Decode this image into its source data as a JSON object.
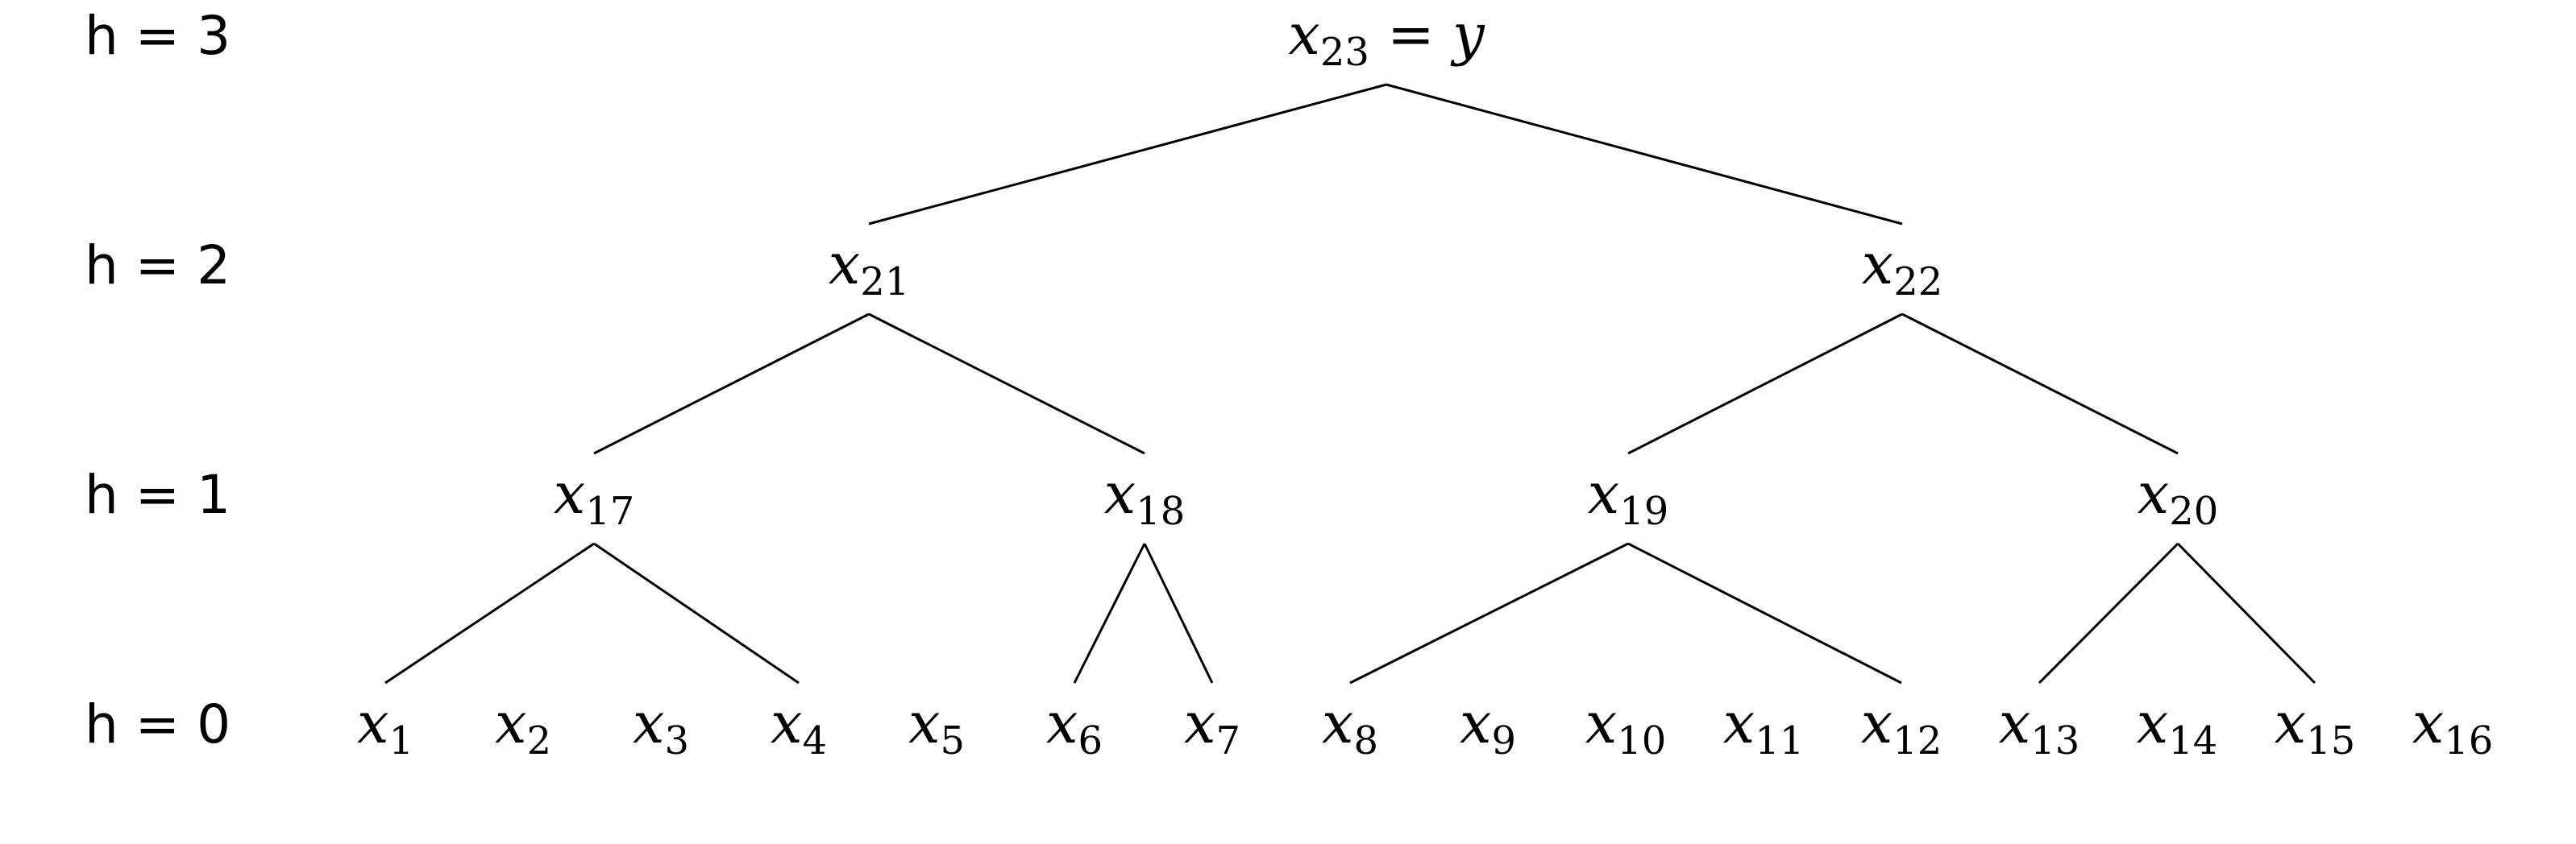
{
  "levels": [
    {
      "h": 3,
      "label": "h = 3"
    },
    {
      "h": 2,
      "label": "h = 2"
    },
    {
      "h": 1,
      "label": "h = 1"
    },
    {
      "h": 0,
      "label": "h = 0"
    }
  ],
  "nodes": [
    {
      "id": "x23",
      "var": "x",
      "sub": "23",
      "rest": " = y",
      "level": 3,
      "children": [
        "x21",
        "x22"
      ]
    },
    {
      "id": "x21",
      "var": "x",
      "sub": "21",
      "level": 2,
      "children": [
        "x17",
        "x18"
      ]
    },
    {
      "id": "x22",
      "var": "x",
      "sub": "22",
      "level": 2,
      "children": [
        "x19",
        "x20"
      ]
    },
    {
      "id": "x17",
      "var": "x",
      "sub": "17",
      "level": 1,
      "children": [
        "x1",
        "x4"
      ]
    },
    {
      "id": "x18",
      "var": "x",
      "sub": "18",
      "level": 1,
      "children": [
        "x6",
        "x7"
      ]
    },
    {
      "id": "x19",
      "var": "x",
      "sub": "19",
      "level": 1,
      "children": [
        "x8",
        "x12"
      ]
    },
    {
      "id": "x20",
      "var": "x",
      "sub": "20",
      "level": 1,
      "children": [
        "x13",
        "x15"
      ]
    },
    {
      "id": "x1",
      "var": "x",
      "sub": "1",
      "level": 0
    },
    {
      "id": "x2",
      "var": "x",
      "sub": "2",
      "level": 0
    },
    {
      "id": "x3",
      "var": "x",
      "sub": "3",
      "level": 0
    },
    {
      "id": "x4",
      "var": "x",
      "sub": "4",
      "level": 0
    },
    {
      "id": "x5",
      "var": "x",
      "sub": "5",
      "level": 0
    },
    {
      "id": "x6",
      "var": "x",
      "sub": "6",
      "level": 0
    },
    {
      "id": "x7",
      "var": "x",
      "sub": "7",
      "level": 0
    },
    {
      "id": "x8",
      "var": "x",
      "sub": "8",
      "level": 0
    },
    {
      "id": "x9",
      "var": "x",
      "sub": "9",
      "level": 0
    },
    {
      "id": "x10",
      "var": "x",
      "sub": "10",
      "level": 0
    },
    {
      "id": "x11",
      "var": "x",
      "sub": "11",
      "level": 0
    },
    {
      "id": "x12",
      "var": "x",
      "sub": "12",
      "level": 0
    },
    {
      "id": "x13",
      "var": "x",
      "sub": "13",
      "level": 0
    },
    {
      "id": "x14",
      "var": "x",
      "sub": "14",
      "level": 0
    },
    {
      "id": "x15",
      "var": "x",
      "sub": "15",
      "level": 0
    },
    {
      "id": "x16",
      "var": "x",
      "sub": "16",
      "level": 0
    }
  ]
}
